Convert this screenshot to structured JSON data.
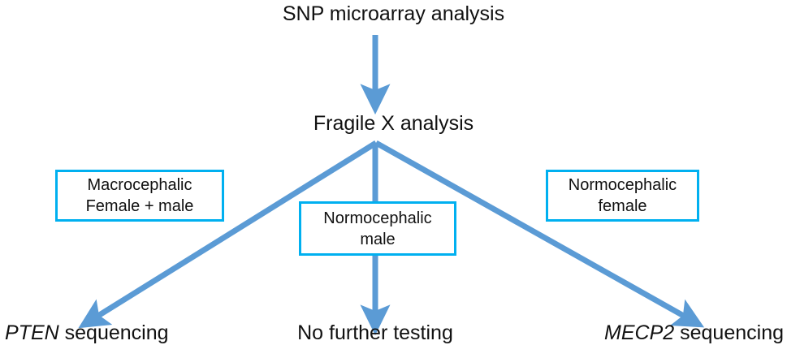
{
  "diagram": {
    "type": "flowchart",
    "title": "SNP microarray analysis",
    "colors": {
      "arrow": "#5b9bd5",
      "box_border": "#00b0f0",
      "text": "#111111",
      "background": "#ffffff"
    },
    "steps": {
      "start": "SNP microarray analysis",
      "second": "Fragile X analysis"
    },
    "branches": [
      {
        "id": "left",
        "box_line1": "Macrocephalic",
        "box_line2": "Female + male",
        "outcome_gene": "PTEN",
        "outcome_rest": " sequencing",
        "outcome_full": "PTEN sequencing"
      },
      {
        "id": "middle",
        "box_line1": "Normocephalic",
        "box_line2": "male",
        "outcome_gene": "",
        "outcome_rest": "No further testing",
        "outcome_full": "No further testing"
      },
      {
        "id": "right",
        "box_line1": "Normocephalic",
        "box_line2": "female",
        "outcome_gene": "MECP2",
        "outcome_rest": " sequencing",
        "outcome_full": "MECP2 sequencing"
      }
    ]
  }
}
